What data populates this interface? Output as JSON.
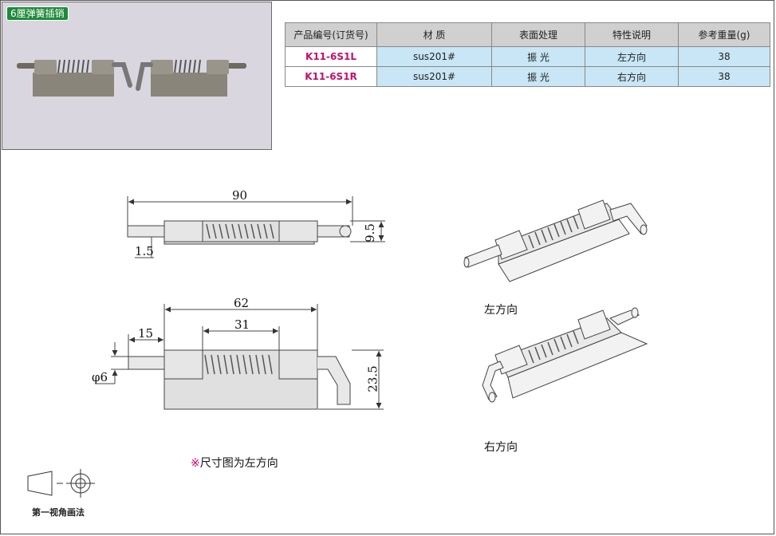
{
  "photo": {
    "tag": "6厘弹簧插销"
  },
  "table": {
    "headers": [
      "产品编号(订货号)",
      "材 质",
      "表面处理",
      "特性说明",
      "参考重量(g)"
    ],
    "rows": [
      [
        "K11-6S1L",
        "sus201#",
        "振 光",
        "左方向",
        "38"
      ],
      [
        "K11-6S1R",
        "sus201#",
        "振 光",
        "右方向",
        "38"
      ]
    ]
  },
  "drawing": {
    "dim_total_length": "90",
    "dim_height": "9.5",
    "dim_offset": "1.5",
    "dim_body_length": "62",
    "dim_spring_length": "31",
    "dim_pin_length": "15",
    "dim_pin_diameter": "φ6",
    "dim_plate_width": "23.5"
  },
  "views": {
    "left_label": "左方向",
    "right_label": "右方向"
  },
  "note": {
    "mark": "※",
    "text": "尺寸图为左方向"
  },
  "projection": {
    "label": "第一视角画法"
  }
}
